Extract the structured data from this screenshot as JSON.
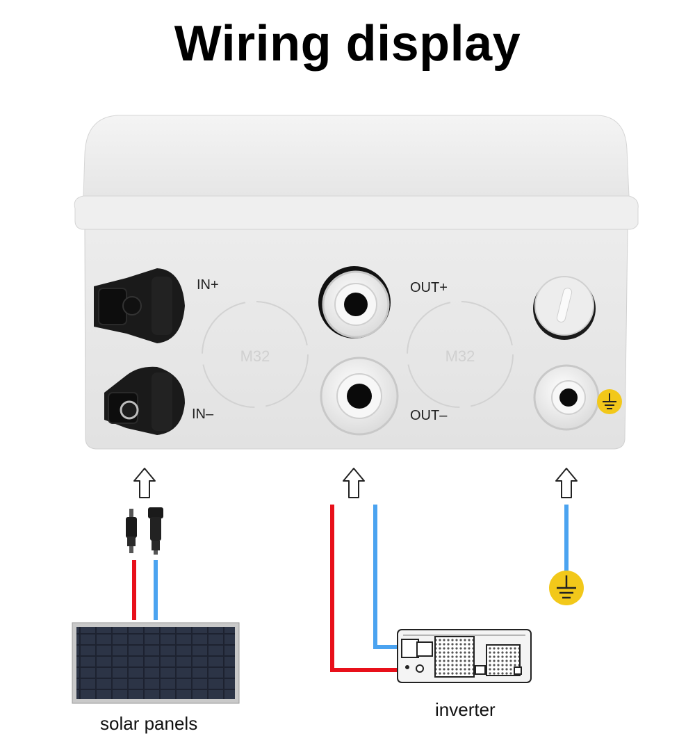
{
  "title": "Wiring display",
  "box": {
    "port_labels": {
      "in_plus": "IN+",
      "in_minus": "IN–",
      "out_plus": "OUT+",
      "out_minus": "OUT–"
    },
    "knockout_labels": [
      "M32",
      "M32"
    ]
  },
  "captions": {
    "solar": "solar panels",
    "inverter": "inverter"
  },
  "colors": {
    "positive_wire": "#e8101a",
    "negative_wire": "#4ba3f0",
    "ground_badge": "#f2c81a"
  },
  "icons": [
    "up-arrow-icon",
    "mc4-connector-icon",
    "ground-symbol-icon",
    "solar-panel-icon",
    "inverter-icon"
  ]
}
